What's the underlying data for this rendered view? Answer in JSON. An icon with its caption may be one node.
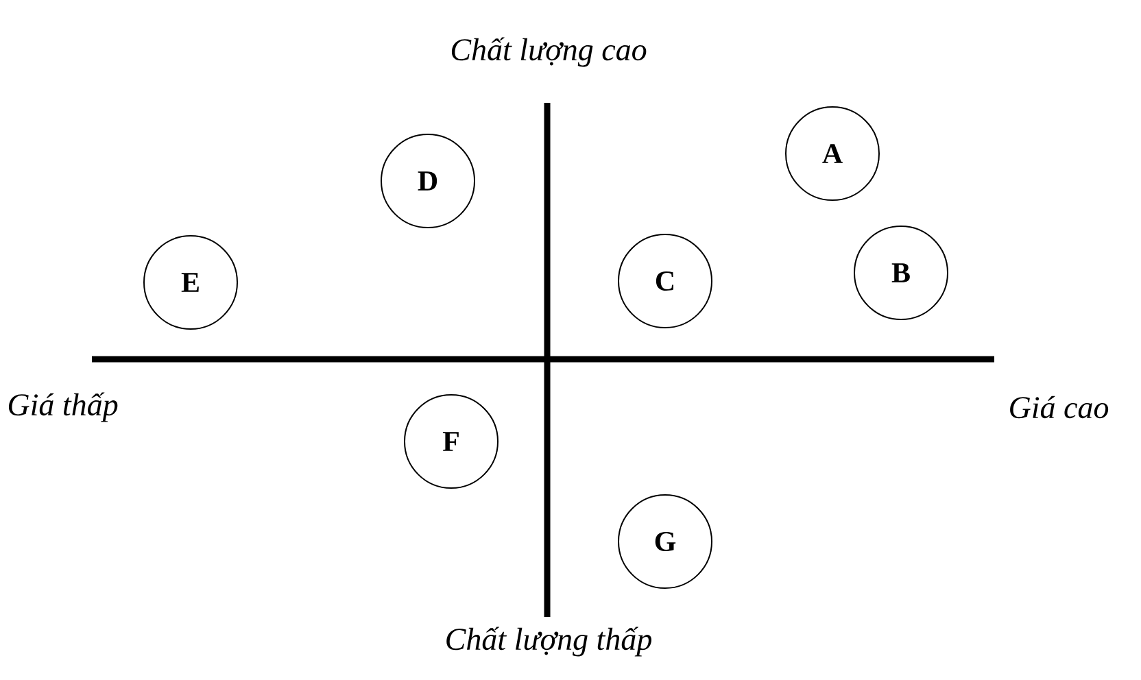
{
  "diagram": {
    "nodes": [
      {
        "text": [
          "A"
        ]
      },
      {
        "text": [
          "D"
        ]
      },
      {
        "text": [
          "E"
        ]
      },
      {
        "text": [
          "C"
        ]
      },
      {
        "text": [
          "B"
        ]
      },
      {
        "text": [
          "F"
        ]
      },
      {
        "text": [
          "G"
        ]
      }
    ],
    "labels": [
      "Chất lượng cao",
      "Giá thấp",
      "Giá cao",
      "Chất lượng thấp"
    ]
  }
}
